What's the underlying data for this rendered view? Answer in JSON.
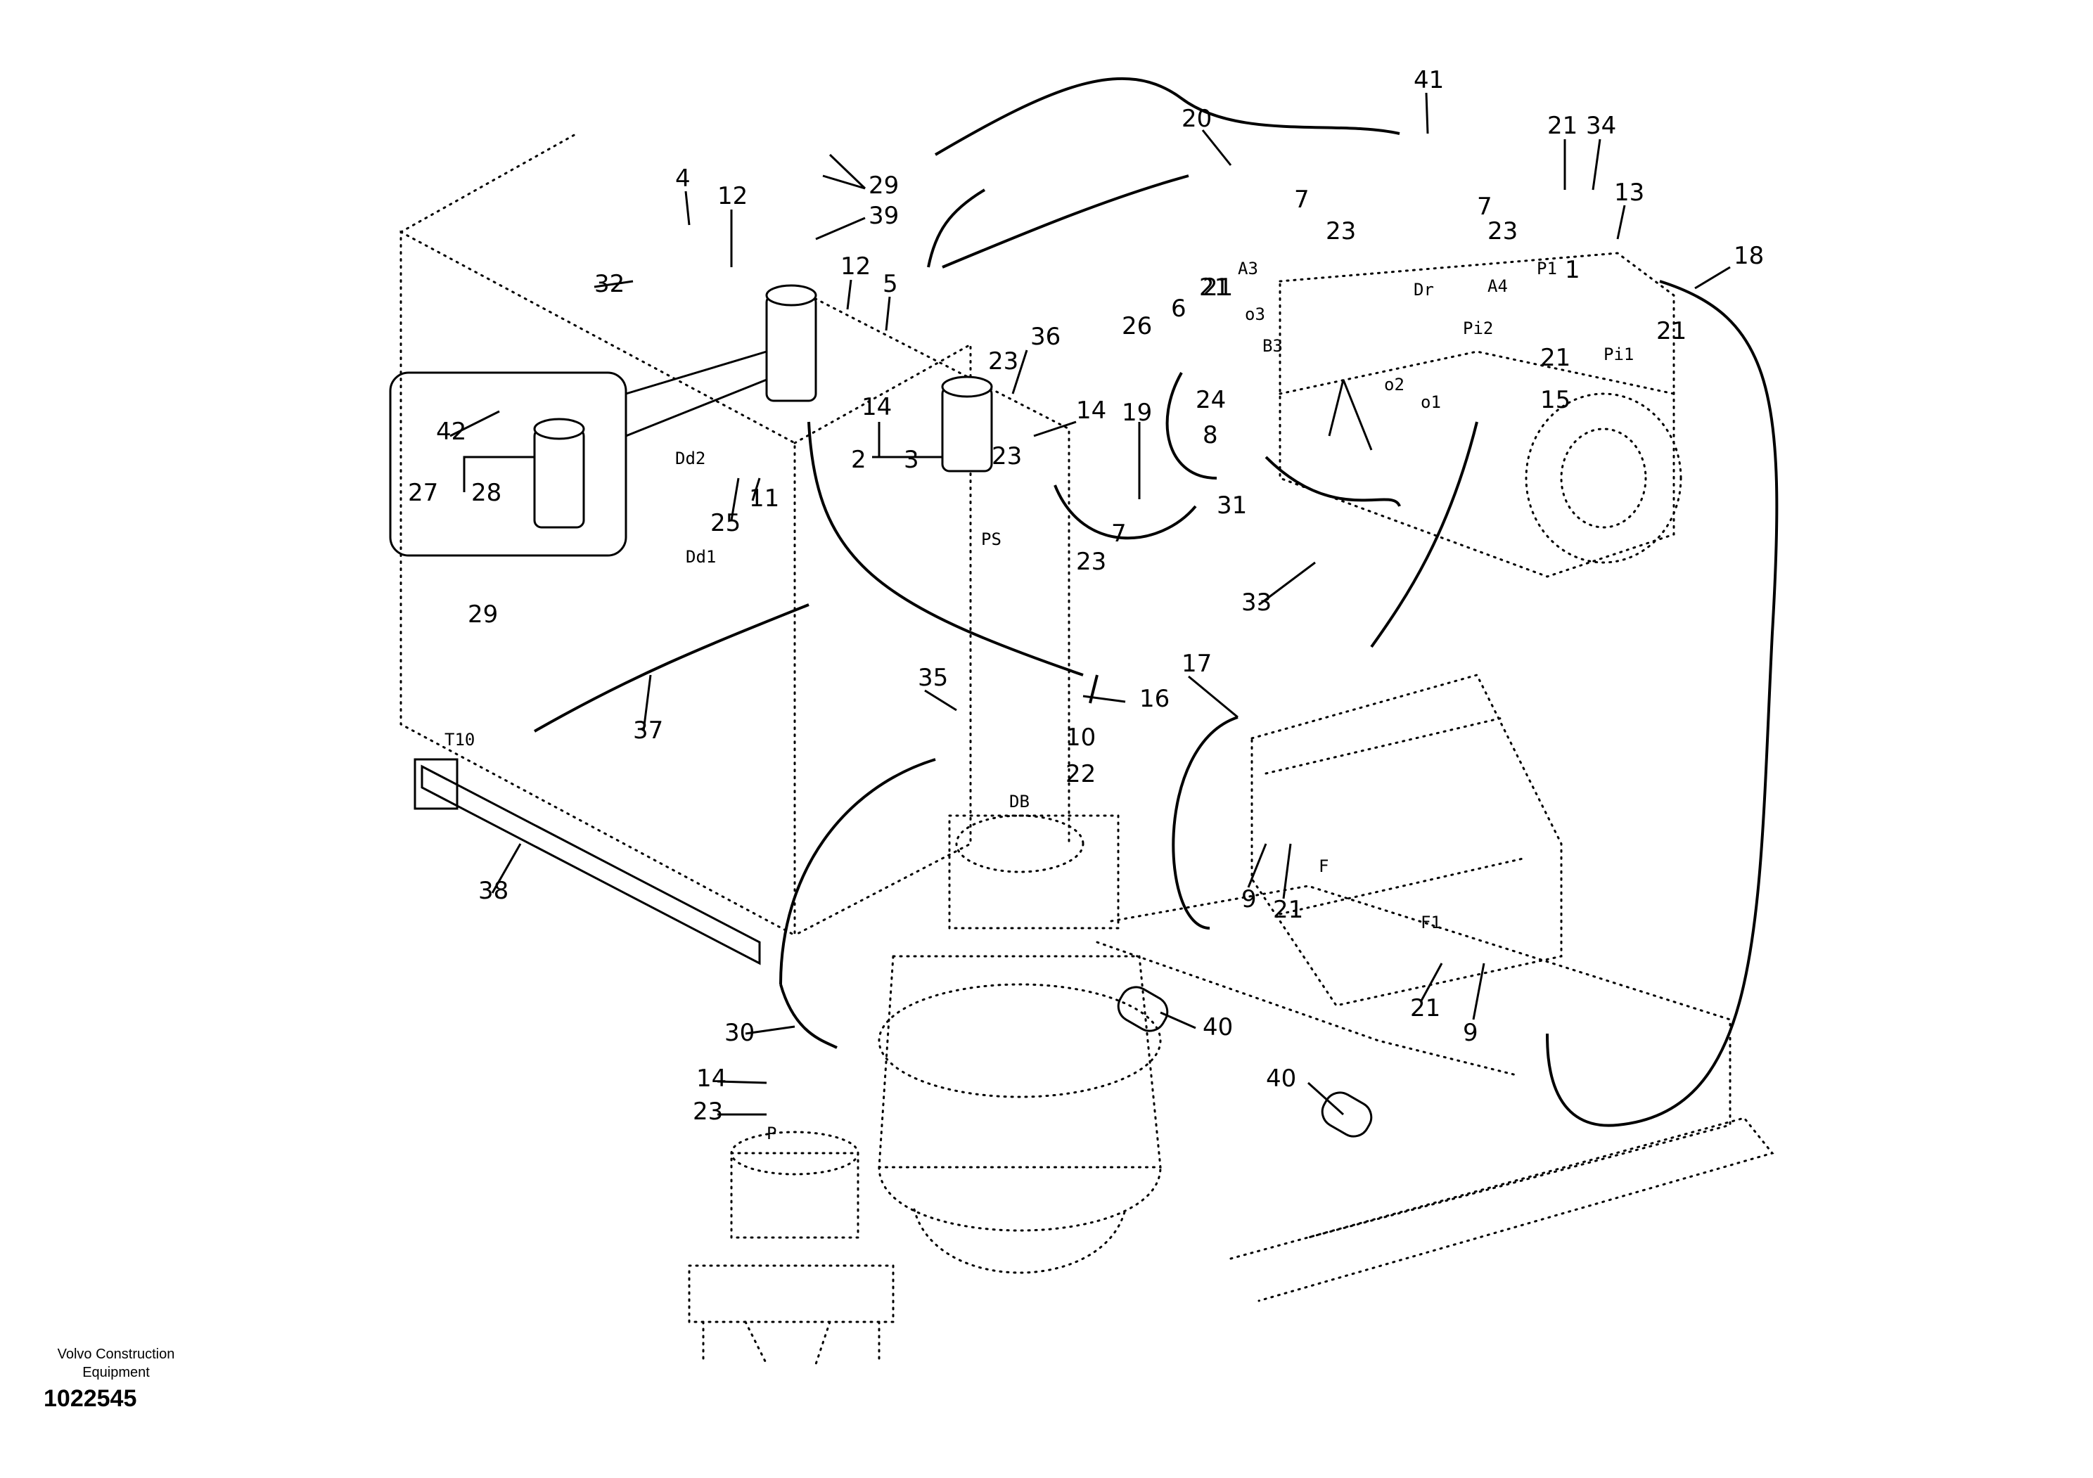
{
  "diagram": {
    "callouts": [
      "41",
      "20",
      "21",
      "34",
      "13",
      "18",
      "4",
      "12",
      "29",
      "39",
      "7",
      "23",
      "7",
      "23",
      "1",
      "21",
      "32",
      "12",
      "5",
      "21",
      "21",
      "36",
      "14",
      "26",
      "6",
      "21",
      "23",
      "24",
      "8",
      "15",
      "42",
      "2",
      "3",
      "14",
      "19",
      "27",
      "28",
      "23",
      "31",
      "7",
      "25",
      "11",
      "23",
      "33",
      "29",
      "35",
      "16",
      "17",
      "10",
      "22",
      "37",
      "38",
      "9",
      "21",
      "30",
      "40",
      "14",
      "23",
      "40",
      "21",
      "9"
    ],
    "ports": [
      "A3",
      "Dr",
      "A4",
      "P1",
      "o3",
      "Pi2",
      "Pi1",
      "B3",
      "o2",
      "o1",
      "Dd2",
      "PS",
      "Dd1",
      "T10",
      "DB",
      "F",
      "F1",
      "P"
    ],
    "footer": {
      "brand_line1": "Volvo Construction",
      "brand_line2": "Equipment",
      "doc_number": "1022545"
    }
  }
}
